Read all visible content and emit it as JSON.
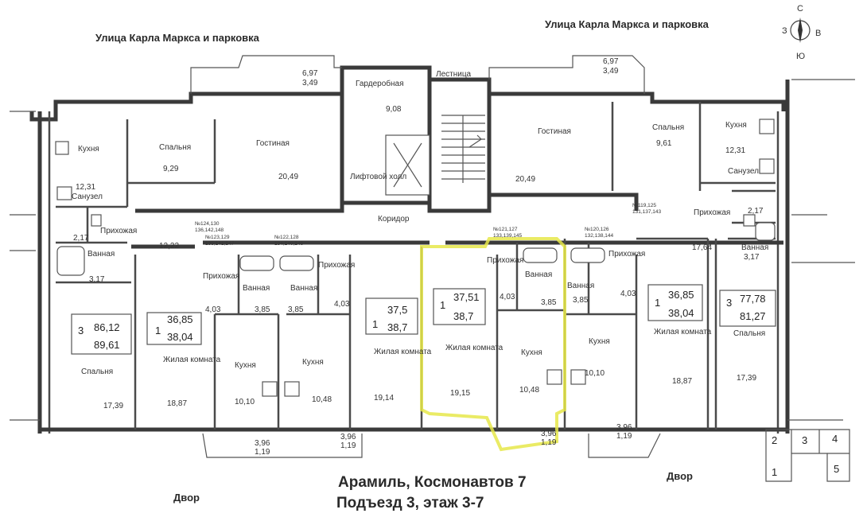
{
  "streets": {
    "top_left": "Улица Карла Маркса и парковка",
    "top_right": "Улица Карла Маркса и парковка",
    "yard_left": "Двор",
    "yard_right": "Двор"
  },
  "title": {
    "line1": "Арамиль, Космонавтов 7",
    "line2": "Подъезд 3, этаж 3-7"
  },
  "compass": {
    "north": "С",
    "south": "Ю",
    "west": "З",
    "east": "В"
  },
  "entrances": [
    "1",
    "2",
    "3",
    "4",
    "5"
  ],
  "common": {
    "wardrobe": "Гардеробная",
    "stairs": "Лестница",
    "lift_hall": "Лифтовой холл",
    "corridor": "Коридор"
  },
  "room_names": {
    "kitchen": "Кухня",
    "bedroom": "Спальня",
    "living": "Гостиная",
    "bath": "Ванная",
    "wc": "Санузел",
    "hall": "Прихожая",
    "living_room": "Жилая комната"
  },
  "areas": {
    "balcony_top_a": "6,97",
    "balcony_top_a2": "3,49",
    "balcony_top_b": "6,97",
    "balcony_top_b2": "3,49",
    "wardrobe": "9,08",
    "a3_kitchen": "12,31",
    "a3_bedroom": "9,29",
    "a3_living": "20,49",
    "a3_wc": "2,17",
    "a3_bath": "3,17",
    "a3_hall": "12,22",
    "a3_bedroom2": "17,39",
    "a3_total": "86,12",
    "a3_total2": "89,61",
    "a3_rooms": "3",
    "b1_total": "36,85",
    "b1_total2": "38,04",
    "b1_rooms": "1",
    "b1_hall": "4,03",
    "b1_bath": "3,85",
    "b1_living": "18,87",
    "b1_kitchen": "10,10",
    "c1_total": "37,5",
    "c1_total2": "38,7",
    "c1_rooms": "1",
    "c1_hall": "4,03",
    "c1_bath": "3,85",
    "c1_living": "19,14",
    "c1_kitchen": "10,48",
    "d1_total": "37,51",
    "d1_total2": "38,7",
    "d1_rooms": "1",
    "d1_hall": "4,03",
    "d1_bath": "3,85",
    "d1_living": "19,15",
    "d1_kitchen": "10,48",
    "e1_total": "36,85",
    "e1_total2": "38,04",
    "e1_rooms": "1",
    "e1_hall": "4,03",
    "e1_bath": "3,85",
    "e1_living": "18,87",
    "e1_kitchen": "10,10",
    "f3_total": "77,78",
    "f3_total2": "81,27",
    "f3_rooms": "3",
    "f3_living": "20,49",
    "f3_bedroom": "9,61",
    "f3_kitchen": "12,31",
    "f3_wc": "2,17",
    "f3_hall": "17,64",
    "f3_bath": "3,17",
    "f3_bedroom2": "17,39",
    "balc_bot_a": "3,96",
    "balc_bot_a2": "1,19",
    "balc_bot_b": "3,96",
    "balc_bot_b2": "1,19",
    "balc_bot_c": "3,96",
    "balc_bot_c2": "1,19",
    "balc_bot_d": "3,96",
    "balc_bot_d2": "1,19"
  },
  "apt_numbers": {
    "a3": "№124,130\n136,142,148",
    "b1": "№123,129\n135,141,147",
    "c1": "№122,128\n134,140,146",
    "d1": "№121,127\n133,139,145",
    "e1": "№120,126\n132,138,144",
    "f3": "№119,125\n131,137,143"
  }
}
